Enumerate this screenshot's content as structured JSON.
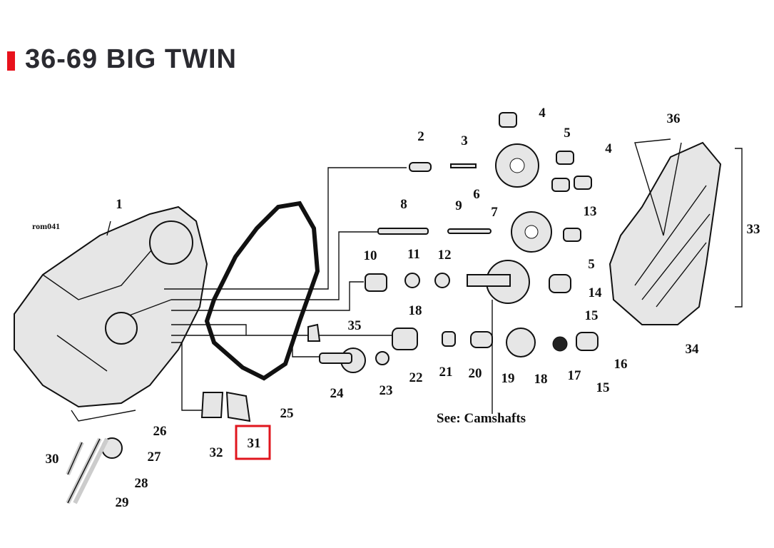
{
  "title": "36-69 BIG TWIN",
  "accent_color": "#e8121c",
  "highlight_color": "#e0161e",
  "diagram_code": "rom041",
  "camshafts_note": "See: Camshafts",
  "highlighted_part": "31",
  "callouts": [
    "1",
    "2",
    "3",
    "4",
    "5",
    "4",
    "6",
    "13",
    "7",
    "8",
    "9",
    "5",
    "10",
    "11",
    "12",
    "14",
    "18",
    "15",
    "35",
    "36",
    "33",
    "34",
    "16",
    "17",
    "18",
    "19",
    "20",
    "21",
    "22",
    "23",
    "24",
    "25",
    "15",
    "26",
    "27",
    "28",
    "29",
    "30",
    "31",
    "32"
  ]
}
